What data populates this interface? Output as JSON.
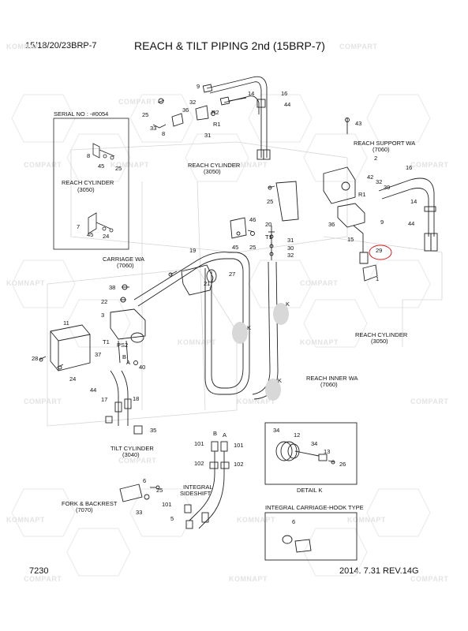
{
  "header": {
    "model": "15/18/20/23BRP-7",
    "title": "REACH & TILT PIPING 2nd (15BRP-7)",
    "serial": "SERIAL NO : -#0054"
  },
  "footer": {
    "page": "7230",
    "revision": "2014.  7.31  REV.14G"
  },
  "watermark": {
    "komnapt": "KOMNAPT",
    "compart": "COMPART"
  },
  "labels": {
    "reach_cyl_inset": "REACH CYLINDER",
    "reach_cyl_inset_code": "(3050)",
    "reach_cyl_top": "REACH CYLINDER",
    "reach_cyl_top_code": "(3050)",
    "reach_support": "REACH SUPPORT WA",
    "reach_support_code": "(7060)",
    "carriage": "CARRIAGE WA",
    "carriage_code": "(7060)",
    "reach_cyl_right": "REACH CYLINDER",
    "reach_cyl_right_code": "(3050)",
    "reach_inner": "REACH INNER WA",
    "reach_inner_code": "(7060)",
    "tilt_cyl": "TILT CYLINDER",
    "tilt_cyl_code": "(3040)",
    "integral_sideshift_1": "INTEGRAL",
    "integral_sideshift_2": "SIDESHIFT",
    "fork_backrest": "FORK & BACKREST",
    "fork_backrest_code": "(7070)",
    "detail_k": "DETAIL K",
    "hook_type": "INTEGRAL CARRIAGE-HOOK TYPE"
  },
  "callouts": {
    "c9a": "9",
    "c14a": "14",
    "c16a": "16",
    "c32a": "32",
    "c44a": "44",
    "c25a": "25",
    "c36a": "36",
    "c33a": "33",
    "c8a": "8",
    "c31a": "31",
    "c43": "43",
    "c8b": "8",
    "c45a": "45",
    "c25b": "25",
    "c7": "7",
    "c45b": "45",
    "c24a": "24",
    "c2": "2",
    "c42": "42",
    "c32b": "32",
    "c39": "39",
    "c16b": "16",
    "c14b": "14",
    "c9b": "9",
    "c44b": "44",
    "c36b": "36",
    "c15": "15",
    "c29": "29",
    "c1": "1",
    "c25c": "25",
    "c46": "46",
    "c20": "20",
    "c31b": "31",
    "c30": "30",
    "c32c": "32",
    "c45c": "45",
    "c25d": "25",
    "c19": "19",
    "c27": "27",
    "c21": "21",
    "c38": "38",
    "c22": "22",
    "c3": "3",
    "c11": "11",
    "c37": "37",
    "c28": "28",
    "c24b": "24",
    "c40": "40",
    "cB1": "B",
    "cA1": "A",
    "c44c": "44",
    "c17": "17",
    "c18": "18",
    "c35": "35",
    "cK1": "K",
    "cK2": "K",
    "cK3": "K",
    "cB2": "B",
    "cA2": "A",
    "c101a": "101",
    "c101b": "101",
    "c102a": "102",
    "c102b": "102",
    "c101c": "101",
    "c34a": "34",
    "c12": "12",
    "c34b": "34",
    "c13": "13",
    "c26": "26",
    "c6a": "6",
    "c25e": "25",
    "c5": "5",
    "c33b": "33",
    "c6b": "6",
    "cT1": "T1",
    "cPS2": "PS2",
    "cR1": "R1",
    "cR2": "R2"
  },
  "colors": {
    "line": "#222222",
    "watermark": "#e6e6e6",
    "highlight": "#cc2222"
  }
}
